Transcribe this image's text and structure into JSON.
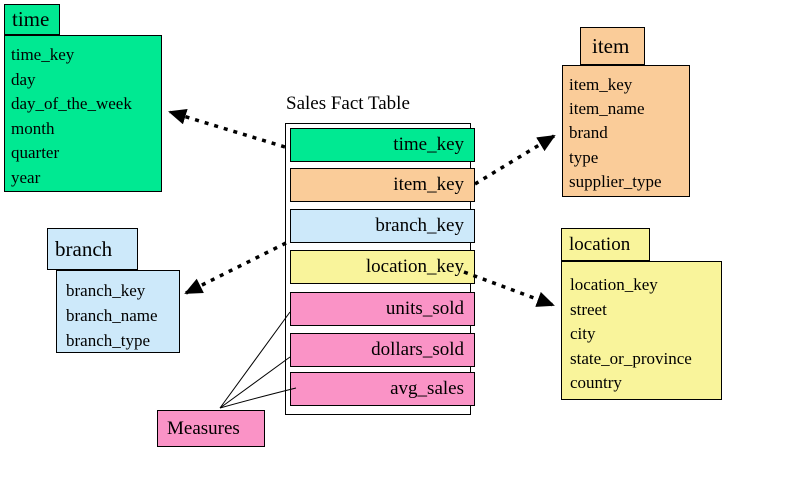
{
  "fact_table": {
    "title": "Sales Fact Table",
    "rows": [
      {
        "label": "time_key",
        "color": "#00E992"
      },
      {
        "label": "item_key",
        "color": "#FACC99"
      },
      {
        "label": "branch_key",
        "color": "#CDE9FA"
      },
      {
        "label": "location_key",
        "color": "#F9F49B"
      },
      {
        "label": "units_sold",
        "color": "#FA93C6"
      },
      {
        "label": "dollars_sold",
        "color": "#FA93C6"
      },
      {
        "label": "avg_sales",
        "color": "#FA93C6"
      }
    ]
  },
  "tables": {
    "time": {
      "name": "time",
      "color": "#00E992",
      "fields": [
        "time_key",
        "day",
        "day_of_the_week",
        "month",
        "quarter",
        "year"
      ]
    },
    "item": {
      "name": "item",
      "color": "#FACC99",
      "fields": [
        "item_key",
        "item_name",
        "brand",
        "type",
        "supplier_type"
      ]
    },
    "branch": {
      "name": "branch",
      "color": "#CDE9FA",
      "fields": [
        "branch_key",
        "branch_name",
        "branch_type"
      ]
    },
    "location": {
      "name": "location",
      "color": "#F9F49B",
      "fields": [
        "location_key",
        "street",
        "city",
        "state_or_province",
        "country"
      ]
    }
  },
  "measures": {
    "label": "Measures",
    "color": "#FA93C6"
  },
  "relationships": [
    {
      "from": "time_key",
      "to": "time"
    },
    {
      "from": "item_key",
      "to": "item"
    },
    {
      "from": "branch_key",
      "to": "branch"
    },
    {
      "from": "location_key",
      "to": "location"
    }
  ],
  "arrow_color": "#000000"
}
